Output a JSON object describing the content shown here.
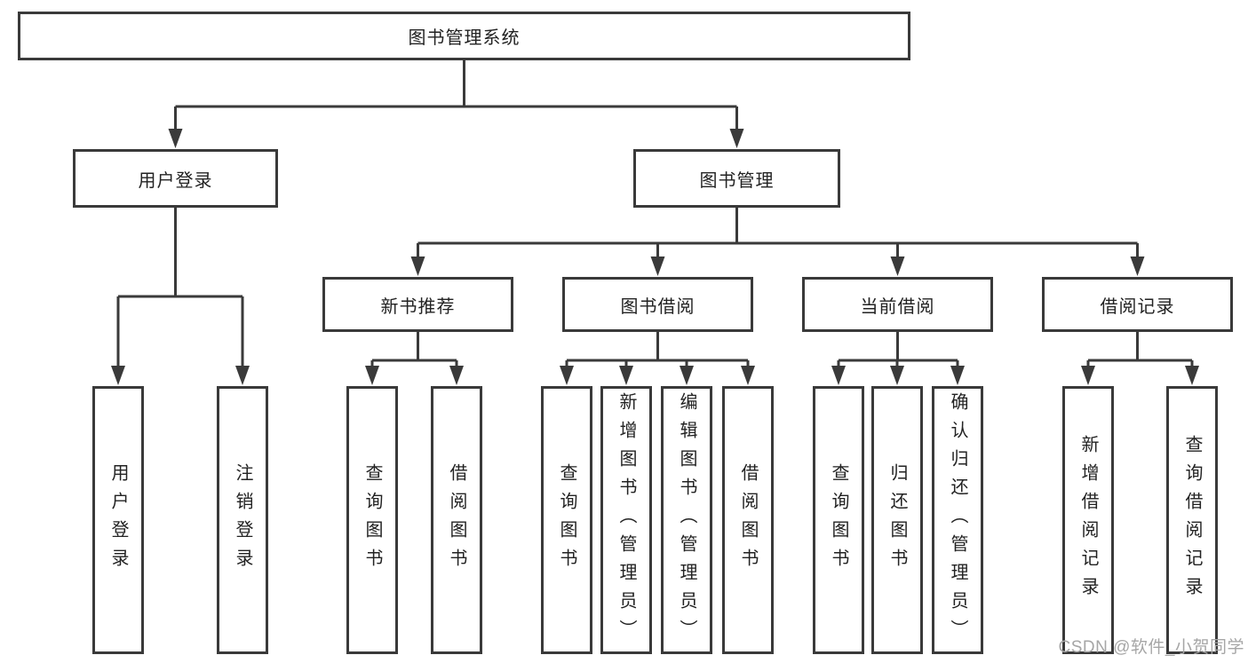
{
  "diagram": {
    "root": "图书管理系统",
    "level2": {
      "user_login": "用户登录",
      "book_mgmt": "图书管理"
    },
    "level3": {
      "new_books": "新书推荐",
      "book_borrow": "图书借阅",
      "current_borrow": "当前借阅",
      "borrow_records": "借阅记录"
    },
    "leaves": {
      "user_login": [
        "用户登录",
        "注销登录"
      ],
      "new_books": [
        "查询图书",
        "借阅图书"
      ],
      "book_borrow": [
        "查询图书",
        "新增图书（管理员）",
        "编辑图书（管理员）",
        "借阅图书"
      ],
      "current_borrow": [
        "查询图书",
        "归还图书",
        "确认归还（管理员）"
      ],
      "borrow_records": [
        "新增借阅记录",
        "查询借阅记录"
      ]
    }
  },
  "watermark": "CSDN @软件_小贺同学",
  "colors": {
    "line": "#3a3a3a",
    "text": "#222222",
    "background": "#ffffff",
    "watermark": "#a6a6a6"
  }
}
